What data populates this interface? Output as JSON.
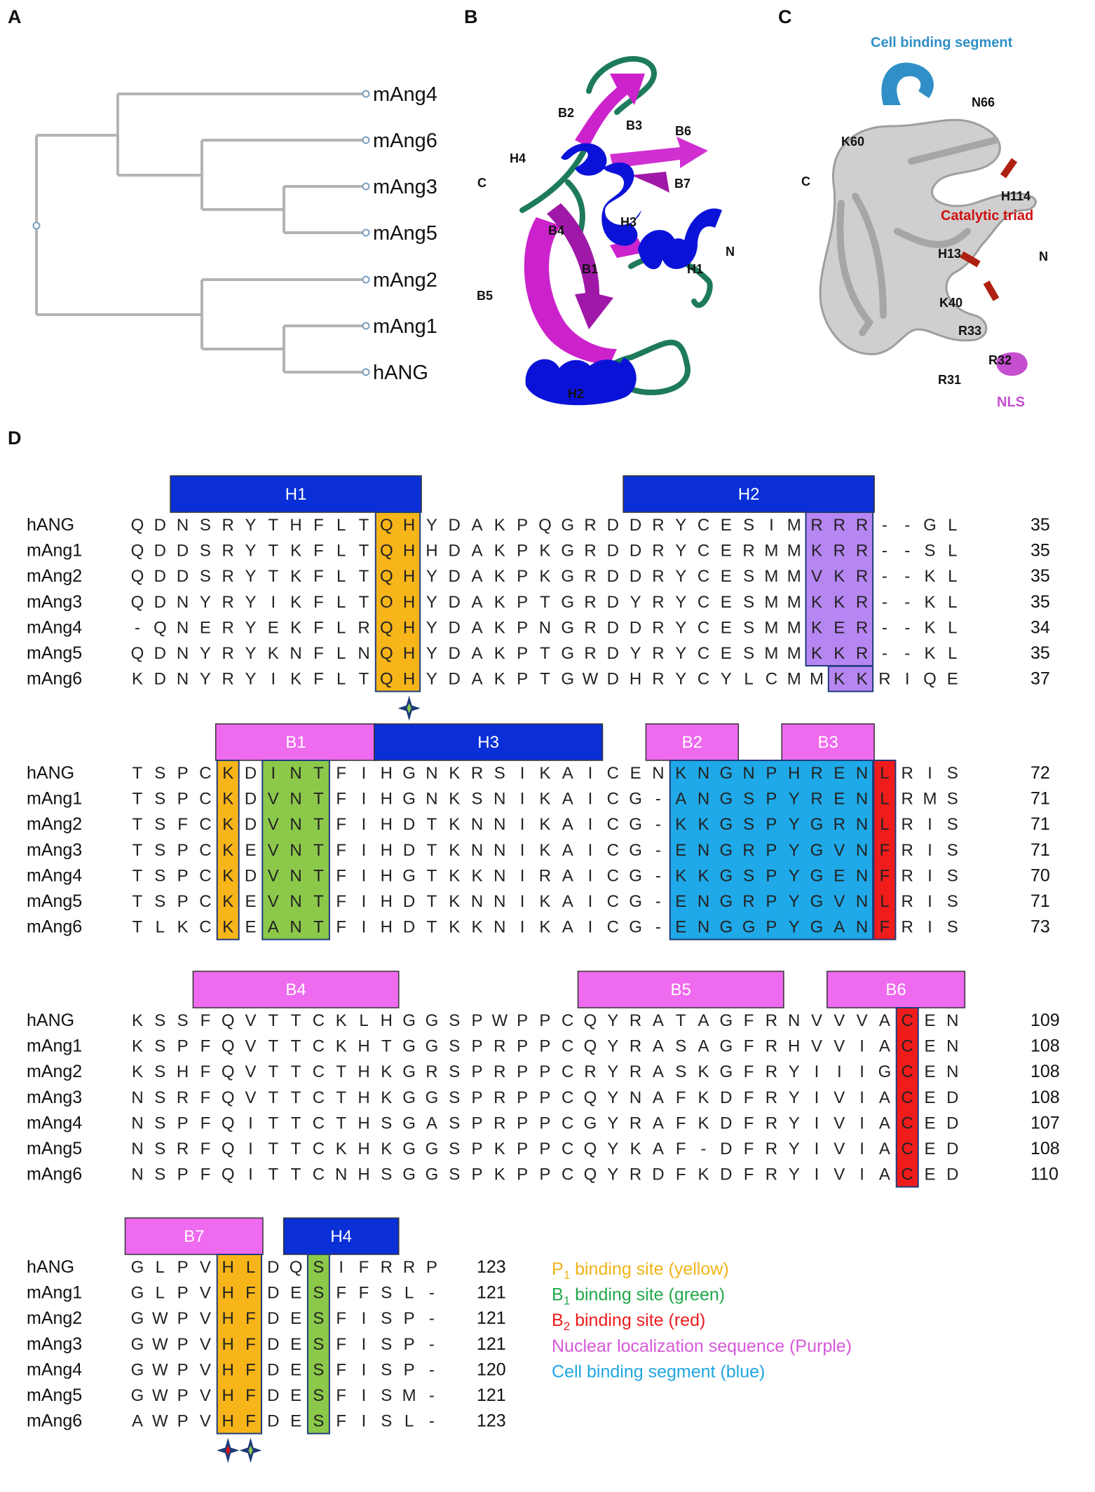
{
  "panels": {
    "a": "A",
    "b": "B",
    "c": "C",
    "d": "D"
  },
  "tree": {
    "leaves": [
      "mAng4",
      "mAng6",
      "mAng3",
      "mAng5",
      "mAng2",
      "mAng1",
      "hANG"
    ],
    "line_color": "#b3b3b3",
    "node_color": "#7b9fc0"
  },
  "structure_b": {
    "labels": [
      "B2",
      "B3",
      "B6",
      "H4",
      "C",
      "B7",
      "B4",
      "H3",
      "N",
      "B1",
      "H1",
      "B5",
      "H2"
    ],
    "colors": {
      "helix": "#0a12d8",
      "strand": "#cc22cc",
      "loop": "#1e7a5c"
    }
  },
  "structure_c": {
    "cell_binding": "Cell binding segment",
    "labels": [
      "N66",
      "K60",
      "C",
      "H114",
      "H13",
      "N",
      "K40",
      "R33",
      "R32",
      "R31"
    ],
    "catalytic": "Catalytic triad",
    "nls": "NLS",
    "colors": {
      "body": "#c4c4c4",
      "cell": "#2f8fc6",
      "catalytic": "#d01010",
      "nls": "#c54fcf"
    }
  },
  "alignment": {
    "names": [
      "hANG",
      "mAng1",
      "mAng2",
      "mAng3",
      "mAng4",
      "mAng5",
      "mAng6"
    ],
    "blocks": [
      {
        "structures": [
          {
            "label": "H1",
            "kind": "helix",
            "from": 2,
            "to": 12
          },
          {
            "label": "H2",
            "kind": "helix",
            "from": 22,
            "to": 32
          }
        ],
        "rows": [
          "QDNSRYTHFLTQHYDAKPQGRDDRYCESIMRRR--GL",
          "QDDSRYTKFLTQHHDAKPKGRDDRYCERMMKRR--SL",
          "QDDSRYTKFLTQHYDAKPKGRDDRYCESMMVKR--KL",
          "QDNYRYIKFLTOHYDAKPTGRDYRYCESMMKKR--KL",
          "-QNERYEKFLRQHYDAKPNGRDDRYCESMMKER--KL",
          "QDNYRYKNFLNQHYDAKPTGRDYRYCESMMKKR--KL",
          "KDNYRYIKFLTQHYDAKPTGWDHRYCYLCMMKKRIQE"
        ],
        "numbers": [
          "35",
          "35",
          "35",
          "35",
          "34",
          "35",
          "37"
        ],
        "boxes": [
          {
            "from": 11,
            "to": 12,
            "color": "#f7b519",
            "rows": "all"
          },
          {
            "from": 30,
            "to": 32,
            "color": "#b686f2",
            "rows": [
              0,
              1,
              2,
              3,
              4,
              5
            ]
          },
          {
            "from": 31,
            "to": 32,
            "color": "#b686f2",
            "rows": [
              6
            ]
          }
        ],
        "red_cells": [
          {
            "col": 12,
            "rows": "all"
          }
        ],
        "stars": [
          {
            "col": 12,
            "type": "p1"
          }
        ]
      },
      {
        "structures": [
          {
            "label": "B1",
            "kind": "strand",
            "from": 4,
            "to": 10
          },
          {
            "label": "H3",
            "kind": "helix",
            "from": 11,
            "to": 20
          },
          {
            "label": "B2",
            "kind": "strand",
            "from": 23,
            "to": 26
          },
          {
            "label": "B3",
            "kind": "strand",
            "from": 29,
            "to": 32
          }
        ],
        "rows": [
          "TSPCKDINTFIHGNKRSIKAICENKNGNPHRENLRIS",
          "TSPCKDVNTFIHGNKSNIKAICG-ANGSPYRENLRMS",
          "TSFCKDVNTFIHDTKNNIKAICG-KKGSPYGRNLRIS",
          "TSPCKEVNTFIHDTKNNIKAICG-ENGRPYGVNFRIS",
          "TSPCKDVNTFIHGTKKNIRAICG-KKGSPYGENFRIS",
          "TSPCKEVNTFIHDTKNNIKAICG-ENGRPYGVNLRIS",
          "TLKCKEANTFIHDTKKNIKAICG-ENGGPYGANFRIS"
        ],
        "numbers": [
          "72",
          "71",
          "71",
          "71",
          "70",
          "71",
          "73"
        ],
        "boxes": [
          {
            "from": 4,
            "to": 4,
            "color": "#f7b519",
            "rows": "all"
          },
          {
            "from": 6,
            "to": 8,
            "color": "#8cc94a",
            "rows": "all"
          },
          {
            "from": 24,
            "to": 32,
            "color": "#1fa9e8",
            "rows": "all"
          },
          {
            "from": 33,
            "to": 33,
            "color": "#f01c1c",
            "rows": "all"
          }
        ],
        "red_cells": [
          {
            "col": 4,
            "rows": "all"
          }
        ],
        "stars": []
      },
      {
        "structures": [
          {
            "label": "B4",
            "kind": "strand",
            "from": 3,
            "to": 11
          },
          {
            "label": "B5",
            "kind": "strand",
            "from": 20,
            "to": 28
          },
          {
            "label": "B6",
            "kind": "strand",
            "from": 31,
            "to": 36
          }
        ],
        "rows": [
          "KSSFQVTTCKLHGGSPWPPCQYRATAGFRNVVVACEN",
          "KSPFQVTTCKHTGGSPRPPCQYRASAGFRHVVIACEN",
          "KSHFQVTTCTHKGRSPRPPCRYRASKGFRYIIIGCEN",
          "NSRFQVTTCTHKGGSPRPPCQYNAFKDFRYIVIACED",
          "NSPFQITTCTHSGASPRPPCGYRAFKDFRYIVIACED",
          "NSRFQITTCKHKGGSPKPPCQYKAF-DFRYIVIACED",
          "NSPFQITTCNHSGGSPKPPCQYRDFKDFRYIVIACED"
        ],
        "numbers": [
          "109",
          "108",
          "108",
          "108",
          "107",
          "108",
          "110"
        ],
        "boxes": [
          {
            "from": 34,
            "to": 34,
            "color": "#f01c1c",
            "rows": "all"
          }
        ],
        "red_cells": [],
        "stars": []
      },
      {
        "structures": [
          {
            "label": "B7",
            "kind": "strand",
            "from": 0,
            "to": 5
          },
          {
            "label": "H4",
            "kind": "helix",
            "from": 7,
            "to": 11
          }
        ],
        "rows": [
          "GLPVHLDQSIFRRP",
          "GLPVHFDESFFSL-",
          "GWPVHFDESFISP-",
          "GWPVHFDESFISP-",
          "GWPVHFDESFISP-",
          "GWPVHFDESFISM-",
          "AWPVHFDESFISL-"
        ],
        "numbers": [
          "123",
          "121",
          "121",
          "121",
          "120",
          "121",
          "123"
        ],
        "boxes": [
          {
            "from": 4,
            "to": 5,
            "color": "#f7b519",
            "rows": "all"
          },
          {
            "from": 8,
            "to": 8,
            "color": "#8cc94a",
            "rows": "all"
          }
        ],
        "red_cells": [
          {
            "col": 4,
            "rows": "all"
          }
        ],
        "stars": [
          {
            "col": 4,
            "type": "b2"
          },
          {
            "col": 5,
            "type": "p1"
          }
        ]
      }
    ],
    "legend": [
      {
        "pre": "P",
        "sub": "1",
        "post": " binding site (yellow)",
        "color": "#f2b418"
      },
      {
        "pre": "B",
        "sub": "1",
        "post": " binding site (green)",
        "color": "#22a84a"
      },
      {
        "pre": "B",
        "sub": "2",
        "post": " binding site (red)",
        "color": "#ee1c1c"
      },
      {
        "pre": "",
        "sub": "",
        "post": "Nuclear localization sequence (Purple)",
        "color": "#d55ad8"
      },
      {
        "pre": "",
        "sub": "",
        "post": "Cell binding segment (blue)",
        "color": "#20a6e0"
      }
    ],
    "colors": {
      "helix": "#0a2fd6",
      "strand": "#ee6aee",
      "red_text": "#e01010",
      "box_border": "#1f3b7a"
    }
  }
}
